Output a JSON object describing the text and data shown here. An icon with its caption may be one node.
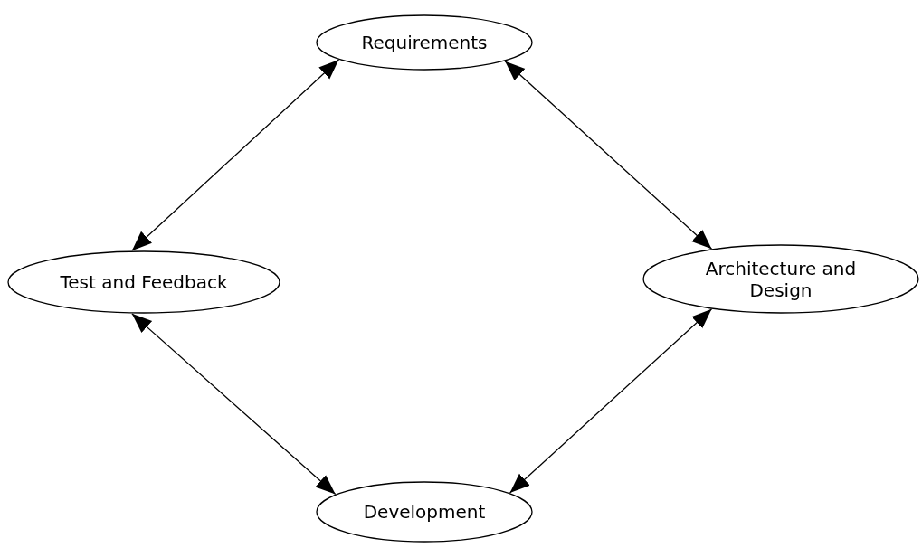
{
  "diagram": {
    "nodes": [
      {
        "text": [
          "Requirements"
        ]
      },
      {
        "text": [
          "Test and Feedback"
        ]
      },
      {
        "text": [
          "Architecture and Design"
        ]
      },
      {
        "text": [
          "Development"
        ]
      }
    ],
    "edges": [
      {
        "from": 0,
        "to": 2,
        "arrow": "both"
      },
      {
        "from": 1,
        "to": 0,
        "arrow": "both"
      },
      {
        "from": 1,
        "to": 3,
        "arrow": "both"
      },
      {
        "from": 2,
        "to": 3,
        "arrow": "both"
      }
    ]
  }
}
